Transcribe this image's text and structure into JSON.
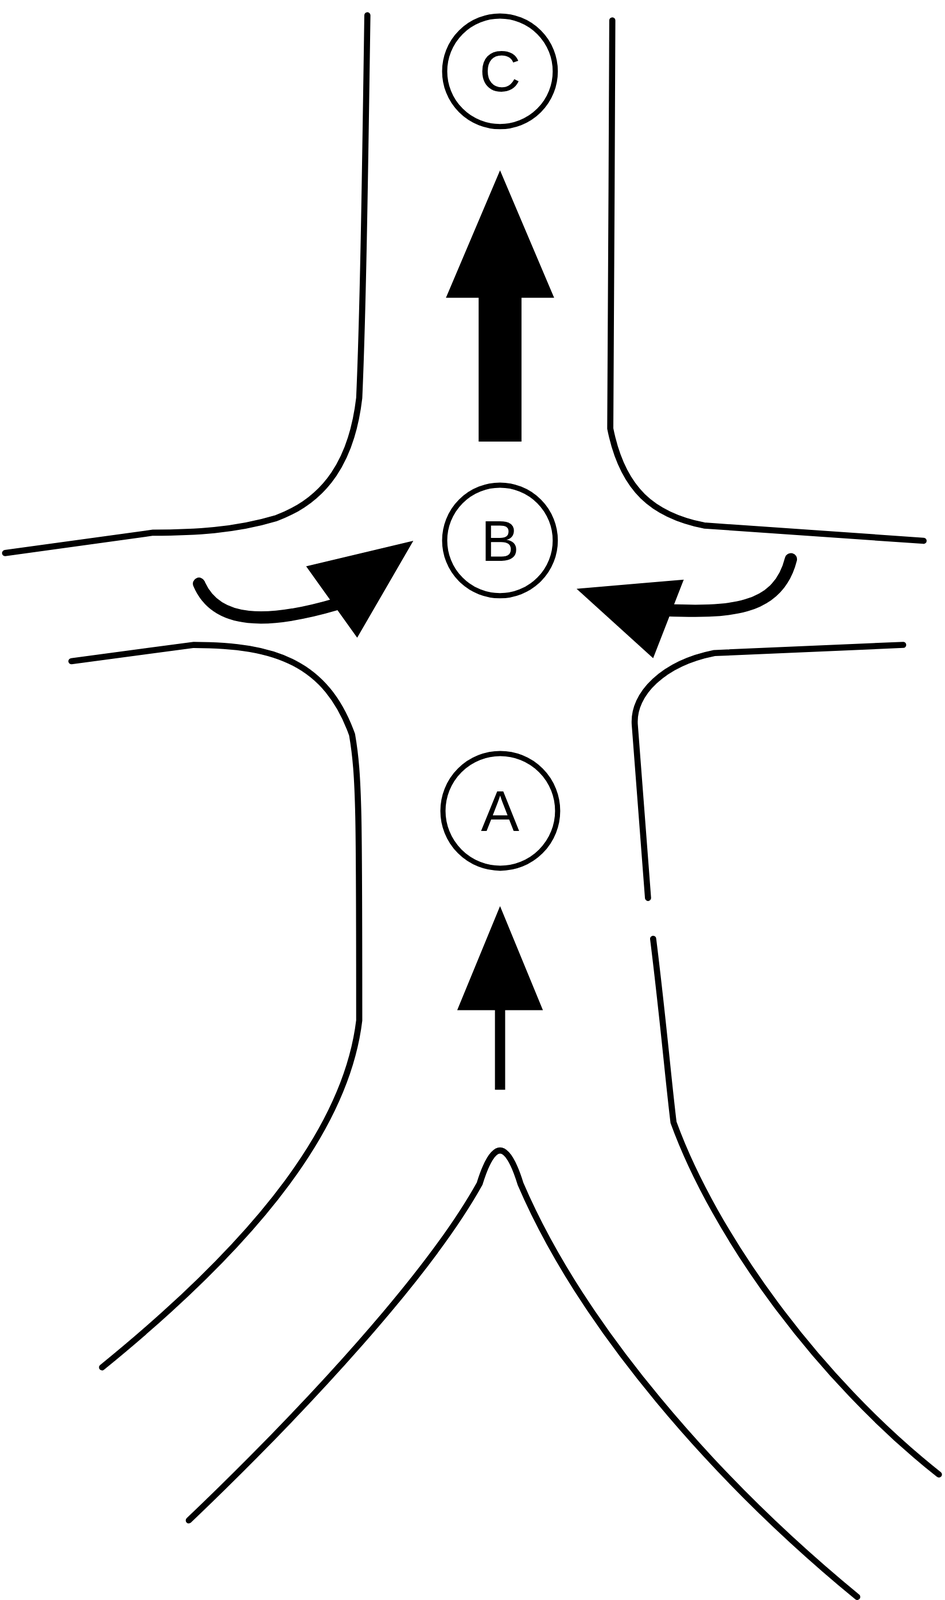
{
  "diagram": {
    "nodes": [
      {
        "text": [
          "C"
        ]
      },
      {
        "text": [
          "B"
        ]
      },
      {
        "text": [
          "A"
        ]
      }
    ],
    "edges": [
      {
        "from": 1,
        "to": 0,
        "arrow": "to"
      }
    ]
  }
}
